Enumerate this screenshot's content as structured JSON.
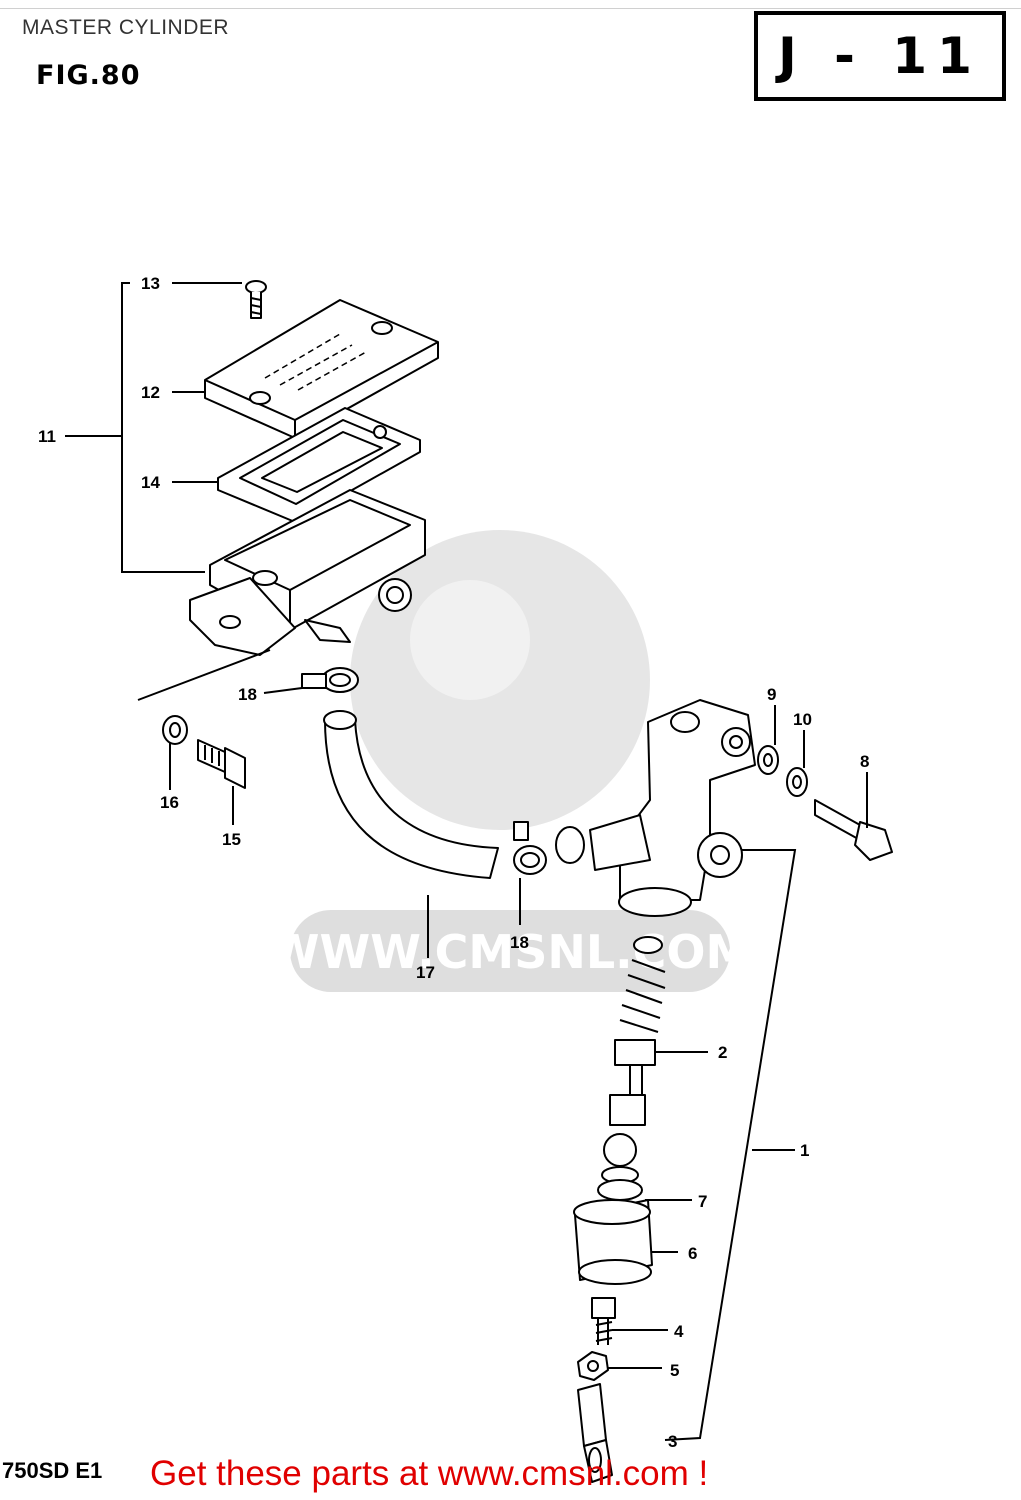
{
  "header": {
    "title": "MASTER CYLINDER",
    "fig_label": "FIG.80",
    "section_code": "J - 11"
  },
  "footer": {
    "model_code": "750SD E1",
    "promo": "Get these parts at www.cmsnl.com !"
  },
  "watermark": {
    "text": "WWW.CMSNL.COM"
  },
  "callouts": {
    "c1": "1",
    "c2": "2",
    "c3": "3",
    "c4": "4",
    "c5": "5",
    "c6": "6",
    "c7": "7",
    "c8": "8",
    "c9": "9",
    "c10": "10",
    "c11": "11",
    "c12": "12",
    "c13": "13",
    "c14": "14",
    "c15": "15",
    "c16": "16",
    "c17": "17",
    "c18a": "18",
    "c18b": "18"
  }
}
